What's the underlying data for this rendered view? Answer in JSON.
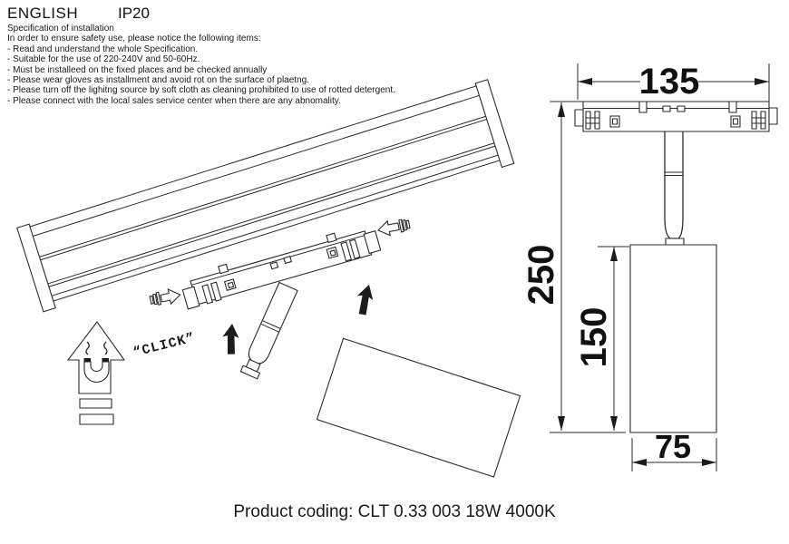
{
  "header": {
    "language": "ENGLISH",
    "ip_rating": "IP20"
  },
  "spec": {
    "title": "Specification of installation",
    "intro": "In order to ensure safety use, please notice the following items:",
    "items": [
      "- Read and understand the whole Specification.",
      "- Suitable for the use of 220-240V and 50-60Hz.",
      "- Must be installeed on the fixed places and be checked annually",
      "- Please wear gloves as installment and avoid rot on the surface of plaetng.",
      "- Please turn off the lighitng source by soft cloth as cleaning prohibited to use of rotted detergent.",
      "- Please connect with the local sales service center when there are any abnomality."
    ]
  },
  "installation_diagram": {
    "click_label": "“CLICK”"
  },
  "dimension_diagram": {
    "width_top": "135",
    "total_height": "250",
    "body_height": "150",
    "body_width": "75"
  },
  "footer": {
    "product_coding": "Product coding: CLT 0.33 003 18W 4000K"
  },
  "colors": {
    "line": "#2b2b2b",
    "text": "#111111",
    "background": "#ffffff"
  }
}
